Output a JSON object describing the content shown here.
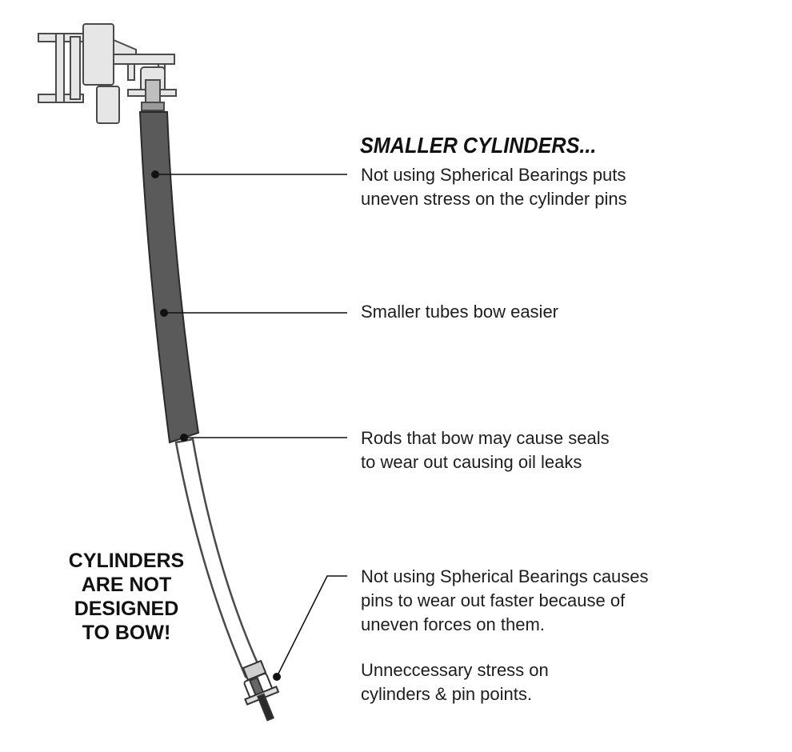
{
  "heading": "SMALLER CYLINDERS...",
  "callouts": [
    {
      "lines": [
        "Not using Spherical Bearings puts",
        "uneven stress on the cylinder pins"
      ]
    },
    {
      "lines": [
        "Smaller tubes bow easier"
      ]
    },
    {
      "lines": [
        "Rods that bow may cause seals",
        "to wear out causing oil leaks"
      ]
    },
    {
      "lines": [
        "Not using Spherical Bearings causes",
        "pins to wear out faster because of",
        "uneven forces on them."
      ]
    },
    {
      "lines": [
        "Unneccessary stress on",
        "cylinders & pin points."
      ]
    }
  ],
  "warning": {
    "lines": [
      "CYLINDERS",
      "ARE NOT",
      "DESIGNED",
      "TO BOW!"
    ]
  },
  "colors": {
    "barrel": "#5a5a5a",
    "barrel_edge": "#2a2a2a",
    "rod": "#ffffff",
    "outline": "#4a4a4a",
    "bracket": "#e6e6e6",
    "leader": "#111111",
    "text": "#1e1e1e"
  }
}
